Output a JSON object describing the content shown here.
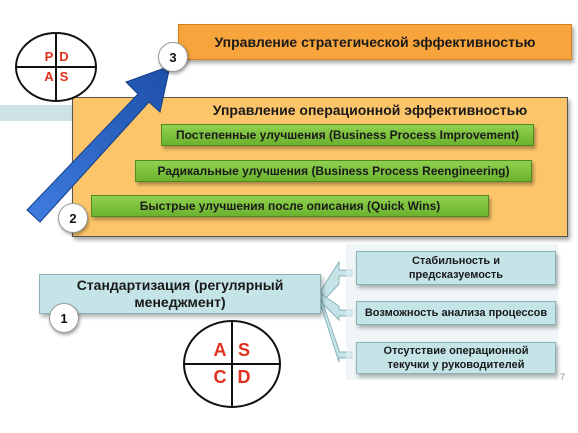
{
  "strategic": {
    "title": "Управление стратегической эффективностью"
  },
  "operational": {
    "title": "Управление операционной эффективностью",
    "items": [
      "Постепенные улучшения (Business Process Improvement)",
      "Радикальные улучшения (Business Process Reengineering)",
      "Быстрые улучшения после описания (Quick Wins)"
    ]
  },
  "standardization": {
    "line1": "Стандартизация (регулярный",
    "line2": "менеджмент)"
  },
  "benefits": [
    {
      "line1": "Стабильность и",
      "line2": "предсказуемость"
    },
    {
      "line1": "Возможность анализа процессов",
      "line2": ""
    },
    {
      "line1": "Отсутствие операционной",
      "line2": "текучки у руководителей"
    }
  ],
  "steps": {
    "one": "1",
    "two": "2",
    "three": "3"
  },
  "pdsa": {
    "tl": "P",
    "tr": "D",
    "bl": "A",
    "br": "S"
  },
  "ascd": {
    "tl": "A",
    "tr": "S",
    "bl": "C",
    "br": "D"
  },
  "page_number": "7",
  "colors": {
    "orange": "#f8a43c",
    "light_orange": "#fcc56a",
    "green": "#7cc23f",
    "teal": "#c4e4e8",
    "red_letter": "#e0311e",
    "arrow_blue": "#2a63c4"
  }
}
